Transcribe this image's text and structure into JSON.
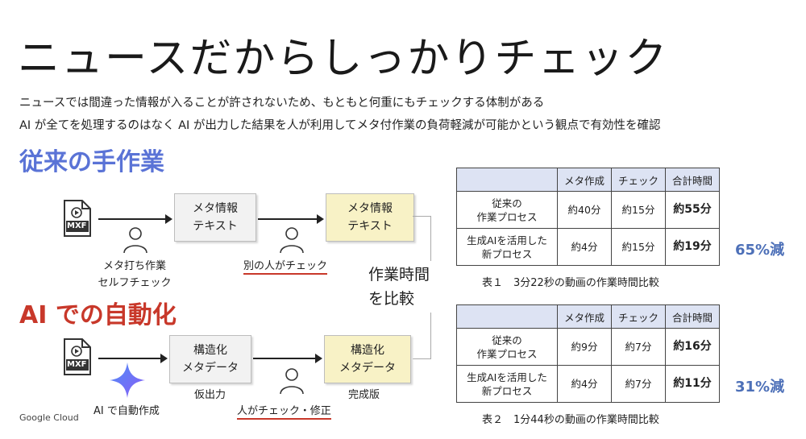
{
  "title": "ニュースだからしっかりチェック",
  "description": [
    "ニュースでは間違った情報が入ることが許されないため、もともと何重にもチェックする体制がある",
    "AI が全てを処理するのはなく AI が出力した結果を人が利用してメタ付作業の負荷軽減が可能かという観点で有効性を確認"
  ],
  "manual": {
    "heading": "従来の手作業",
    "file_label": "MXF",
    "box1": [
      "メタ情報",
      "テキスト"
    ],
    "box2": [
      "メタ情報",
      "テキスト"
    ],
    "caption1": [
      "メタ打ち作業",
      "セルフチェック"
    ],
    "caption2": "別の人がチェック"
  },
  "compare_label": [
    "作業時間",
    "を比較"
  ],
  "ai": {
    "heading": "AI での自動化",
    "file_label": "MXF",
    "box1": [
      "構造化",
      "メタデータ"
    ],
    "box2": [
      "構造化",
      "メタデータ"
    ],
    "box1_sub": "仮出力",
    "box2_sub": "完成版",
    "caption1": "AI で自動作成",
    "caption2": "人がチェック・修正"
  },
  "tables": [
    {
      "headers": [
        "",
        "メタ作成",
        "チェック",
        "合計時間"
      ],
      "rows": [
        {
          "label": [
            "従来の",
            "作業プロセス"
          ],
          "meta": "約40分",
          "check": "約15分",
          "total": "約55分"
        },
        {
          "label": [
            "生成AIを活用した",
            "新プロセス"
          ],
          "meta": "約4分",
          "check": "約15分",
          "total": "約19分"
        }
      ],
      "caption": "表１　3分22秒の動画の作業時間比較",
      "reduction": "65%減"
    },
    {
      "headers": [
        "",
        "メタ作成",
        "チェック",
        "合計時間"
      ],
      "rows": [
        {
          "label": [
            "従来の",
            "作業プロセス"
          ],
          "meta": "約9分",
          "check": "約7分",
          "total": "約16分"
        },
        {
          "label": [
            "生成AIを活用した",
            "新プロセス"
          ],
          "meta": "約4分",
          "check": "約7分",
          "total": "約11分"
        }
      ],
      "caption": "表２　1分44秒の動画の作業時間比較",
      "reduction": "31%減"
    }
  ],
  "footer_logo": "Google Cloud",
  "colors": {
    "accent_blue": "#5a73d6",
    "accent_red": "#c8382a",
    "table_header": "#dde3f3",
    "box_yellow": "#f8f2c6"
  },
  "icons": [
    "video-file-icon",
    "person-icon",
    "sparkle-icon"
  ]
}
